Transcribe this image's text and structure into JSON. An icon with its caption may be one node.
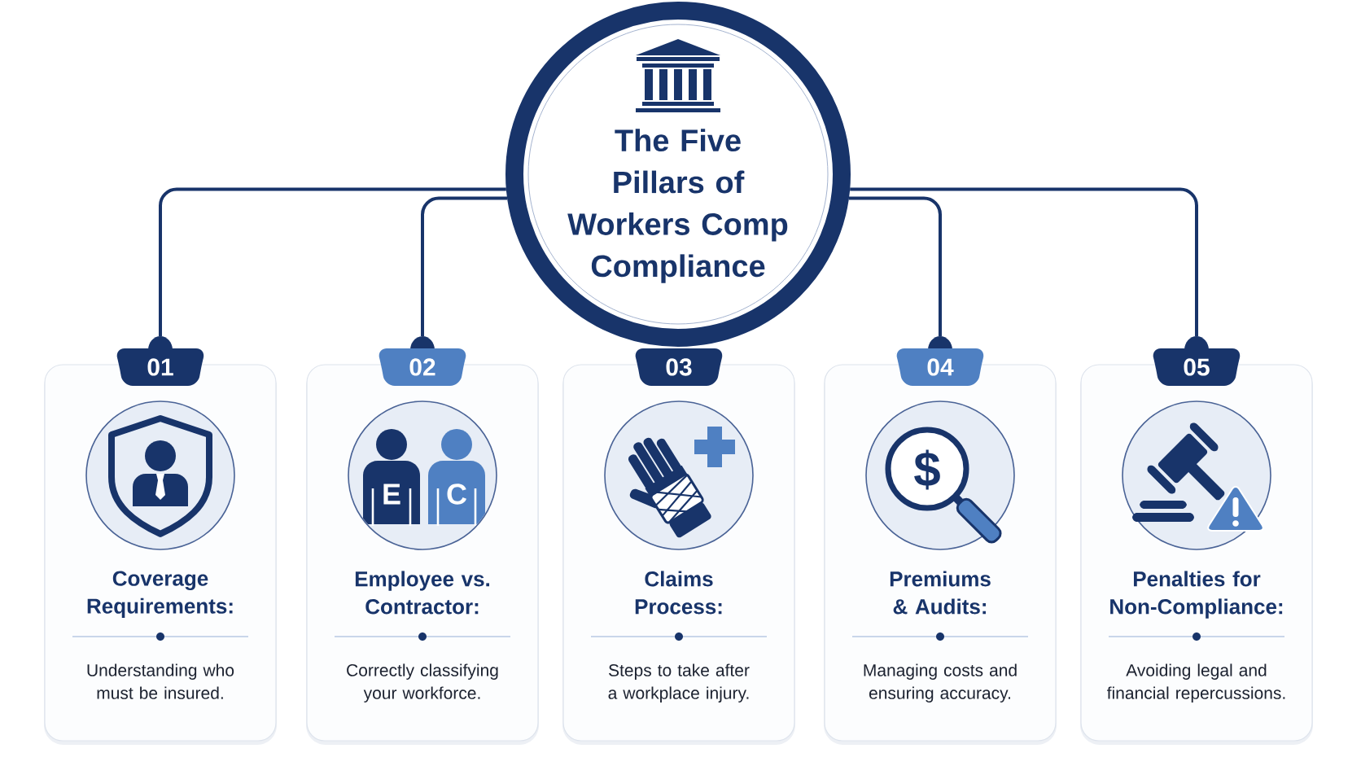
{
  "diagram": {
    "nodes": [
      {
        "text": [
          "The Five Pillars of Workers Comp Compliance"
        ]
      },
      {
        "text": [
          "01"
        ]
      },
      {
        "text": [
          "Coverage Requirements:",
          "Understanding who must be insured."
        ]
      },
      {
        "text": [
          "02"
        ]
      },
      {
        "text": [
          "Employee vs. Contractor:",
          "Correctly classifying your workforce."
        ]
      },
      {
        "text": [
          "03"
        ]
      },
      {
        "text": [
          "Claims Process:",
          "Steps to take after a workplace injury."
        ]
      },
      {
        "text": [
          "04"
        ]
      },
      {
        "text": [
          "Premiums & Audits:",
          "Managing costs and ensuring accuracy."
        ]
      },
      {
        "text": [
          "05"
        ]
      },
      {
        "text": [
          "Penalties for Non-Compliance:",
          "Avoiding legal and financial repercussions."
        ]
      }
    ],
    "edges": [
      {
        "from": 0,
        "to": 1,
        "arrow": "none"
      },
      {
        "from": 0,
        "to": 3,
        "arrow": "none"
      },
      {
        "from": 0,
        "to": 7,
        "arrow": "none"
      },
      {
        "from": 0,
        "to": 9,
        "arrow": "none"
      }
    ],
    "labels": [
      "E",
      "C",
      "$"
    ]
  }
}
